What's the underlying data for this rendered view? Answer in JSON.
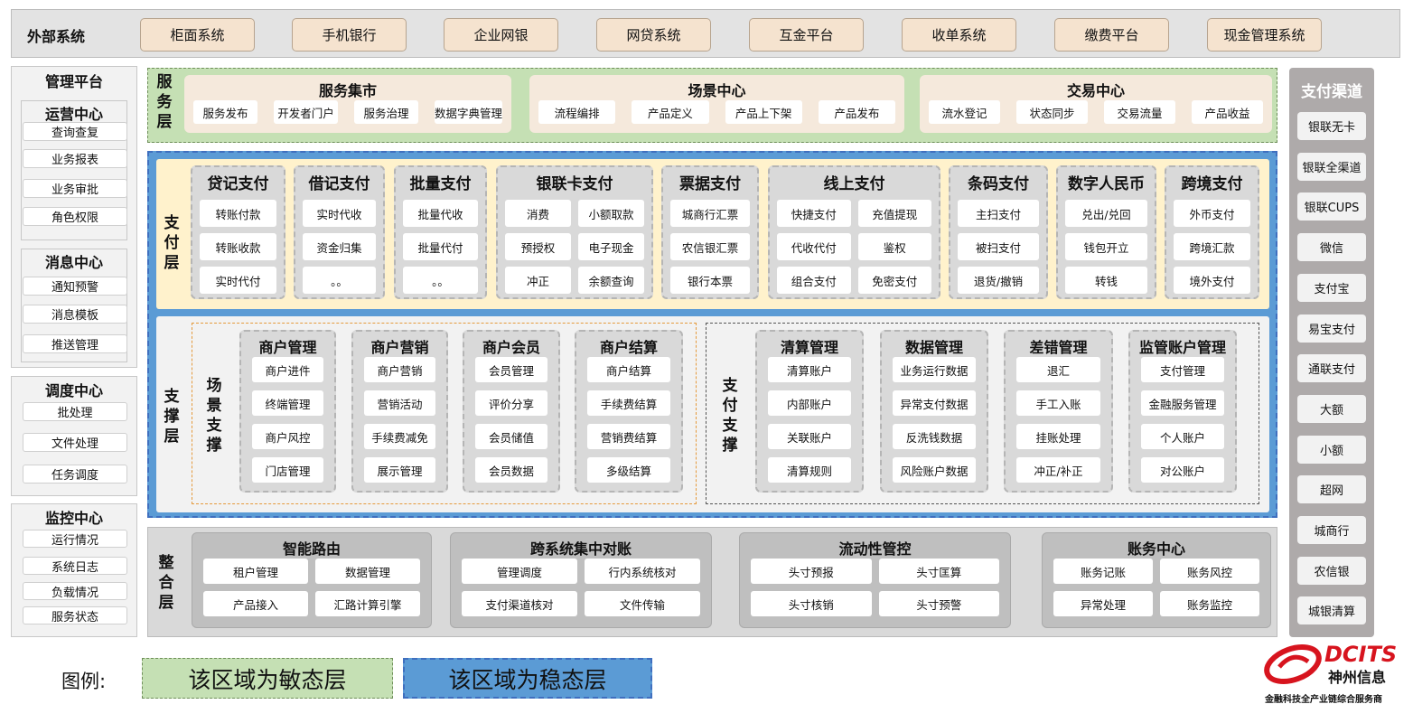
{
  "external": {
    "label": "外部系统",
    "items": [
      "柜面系统",
      "手机银行",
      "企业网银",
      "网贷系统",
      "互金平台",
      "收单系统",
      "缴费平台",
      "现金管理系统"
    ]
  },
  "left": {
    "mgmt": {
      "title": "管理平台",
      "ops": {
        "title": "运营中心",
        "items": [
          "查询查复",
          "业务报表",
          "业务审批",
          "角色权限"
        ]
      },
      "msg": {
        "title": "消息中心",
        "items": [
          "通知预警",
          "消息模板",
          "推送管理"
        ]
      }
    },
    "sched": {
      "title": "调度中心",
      "items": [
        "批处理",
        "文件处理",
        "任务调度"
      ]
    },
    "monitor": {
      "title": "监控中心",
      "items": [
        "运行情况",
        "系统日志",
        "负载情况",
        "服务状态"
      ]
    }
  },
  "service": {
    "label": "服务层",
    "groups": [
      {
        "title": "服务集市",
        "items": [
          "服务发布",
          "开发者门户",
          "服务治理",
          "数据字典管理"
        ]
      },
      {
        "title": "场景中心",
        "items": [
          "流程编排",
          "产品定义",
          "产品上下架",
          "产品发布"
        ]
      },
      {
        "title": "交易中心",
        "items": [
          "流水登记",
          "状态同步",
          "交易流量",
          "产品收益"
        ]
      }
    ]
  },
  "payment": {
    "label": "支付层",
    "groups": [
      {
        "title": "贷记支付",
        "items": [
          "转账付款",
          "转账收款",
          "实时代付"
        ]
      },
      {
        "title": "借记支付",
        "items": [
          "实时代收",
          "资金归集",
          "。。"
        ]
      },
      {
        "title": "批量支付",
        "items": [
          "批量代收",
          "批量代付",
          "。。"
        ]
      },
      {
        "title": "银联卡支付",
        "items": [
          "消费",
          "小额取款",
          "预授权",
          "电子现金",
          "冲正",
          "余额查询"
        ]
      },
      {
        "title": "票据支付",
        "items": [
          "城商行汇票",
          "农信银汇票",
          "银行本票"
        ]
      },
      {
        "title": "线上支付",
        "items": [
          "快捷支付",
          "充值提现",
          "代收代付",
          "鉴权",
          "组合支付",
          "免密支付"
        ]
      },
      {
        "title": "条码支付",
        "items": [
          "主扫支付",
          "被扫支付",
          "退货/撤销"
        ]
      },
      {
        "title": "数字人民币",
        "items": [
          "兑出/兑回",
          "钱包开立",
          "转钱"
        ]
      },
      {
        "title": "跨境支付",
        "items": [
          "外币支付",
          "跨境汇款",
          "境外支付"
        ]
      }
    ]
  },
  "support": {
    "label": "支撑层",
    "scene": {
      "label": "场景支撑",
      "groups": [
        {
          "title": "商户管理",
          "items": [
            "商户进件",
            "终端管理",
            "商户风控",
            "门店管理"
          ]
        },
        {
          "title": "商户营销",
          "items": [
            "商户营销",
            "营销活动",
            "手续费减免",
            "展示管理"
          ]
        },
        {
          "title": "商户会员",
          "items": [
            "会员管理",
            "评价分享",
            "会员储值",
            "会员数据"
          ]
        },
        {
          "title": "商户结算",
          "items": [
            "商户结算",
            "手续费结算",
            "营销费结算",
            "多级结算"
          ]
        }
      ]
    },
    "pay": {
      "label": "支付支撑",
      "groups": [
        {
          "title": "清算管理",
          "items": [
            "清算账户",
            "内部账户",
            "关联账户",
            "清算规则"
          ]
        },
        {
          "title": "数据管理",
          "items": [
            "业务运行数据",
            "异常支付数据",
            "反洗钱数据",
            "风险账户数据"
          ]
        },
        {
          "title": "差错管理",
          "items": [
            "退汇",
            "手工入账",
            "挂账处理",
            "冲正/补正"
          ]
        },
        {
          "title": "监管账户管理",
          "items": [
            "支付管理",
            "金融服务管理",
            "个人账户",
            "对公账户"
          ]
        }
      ]
    }
  },
  "integration": {
    "label": "整合层",
    "groups": [
      {
        "title": "智能路由",
        "items": [
          "租户管理",
          "数据管理",
          "产品接入",
          "汇路计算引擎"
        ]
      },
      {
        "title": "跨系统集中对账",
        "items": [
          "管理调度",
          "行内系统核对",
          "支付渠道核对",
          "文件传输"
        ]
      },
      {
        "title": "流动性管控",
        "items": [
          "头寸预报",
          "头寸匡算",
          "头寸核销",
          "头寸预警"
        ]
      },
      {
        "title": "账务中心",
        "items": [
          "账务记账",
          "账务风控",
          "异常处理",
          "账务监控"
        ]
      }
    ]
  },
  "channels": {
    "title": "支付渠道",
    "items": [
      "银联无卡",
      "银联全渠道",
      "银联CUPS",
      "微信",
      "支付宝",
      "易宝支付",
      "通联支付",
      "大额",
      "小额",
      "超网",
      "城商行",
      "农信银",
      "城银清算"
    ]
  },
  "legend": {
    "label": "图例:",
    "agile": "该区域为敏态层",
    "stable": "该区域为稳态层"
  },
  "logo": {
    "brand": "DCITS",
    "name": "神州信息",
    "slogan": "金融科技全产业链综合服务商"
  },
  "colors": {
    "agile": "#c5e0b4",
    "stable": "#5b9bd5",
    "payment_bg": "#fff2cc",
    "external_btn": "#f5e3cf",
    "channel_bg": "#aeaaaa",
    "logo_red": "#d7141e"
  }
}
